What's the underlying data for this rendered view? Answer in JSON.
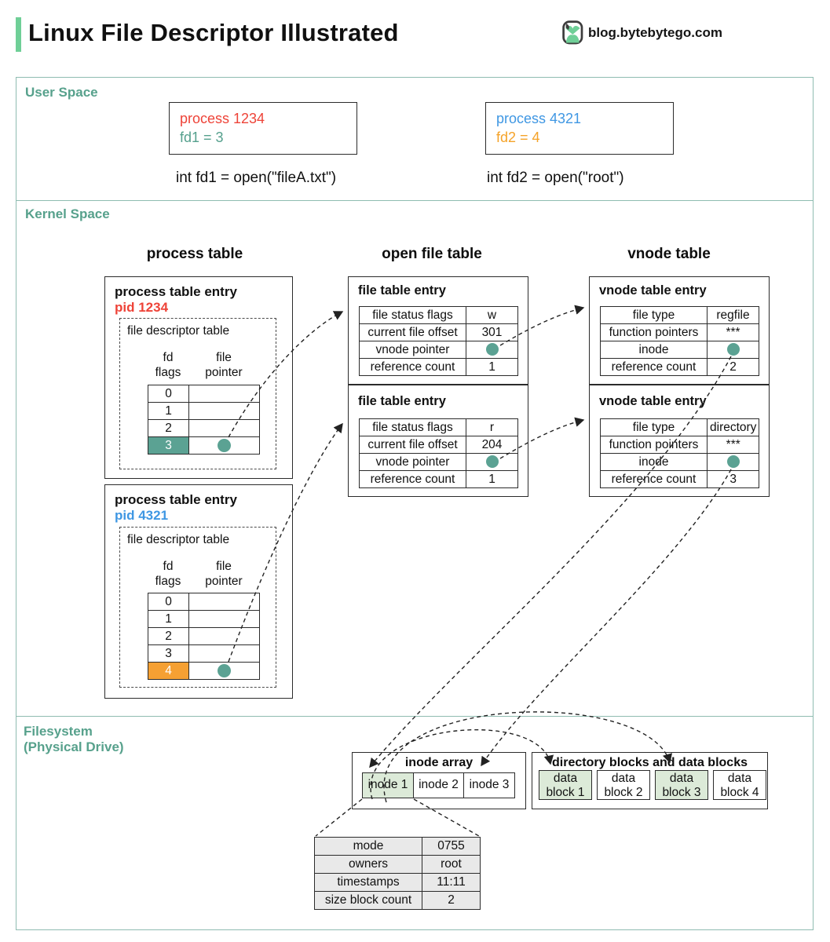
{
  "header": {
    "title": "Linux File Descriptor Illustrated",
    "logo_text": "blog.bytebytego.com",
    "accent_color": "#6fcf97"
  },
  "colors": {
    "teal_pointer": "#5ba293",
    "orange_highlight": "#f5a033",
    "section_border": "#8fbcb1",
    "section_label": "#57a18c",
    "green_cell": "#dcead8",
    "red_text": "#ee4338",
    "blue_text": "#3f97e3"
  },
  "sections": {
    "user_space": {
      "label": "User Space"
    },
    "kernel_space": {
      "label": "Kernel Space"
    },
    "filesystem": {
      "label_line1": "Filesystem",
      "label_line2": "(Physical Drive)"
    }
  },
  "user_space": {
    "process1": {
      "title": "process 1234",
      "fd_text": "fd1 = 3",
      "code": "int fd1 = open(\"fileA.txt\")"
    },
    "process2": {
      "title": "process 4321",
      "fd_text": "fd2 = 4",
      "code": "int fd2 = open(\"root\")"
    }
  },
  "kernel": {
    "column_headings": {
      "process_table": "process table",
      "open_file_table": "open file table",
      "vnode_table": "vnode table"
    },
    "process_entry_1": {
      "title": "process table entry",
      "pid": "pid 1234",
      "fd_table_label": "file descriptor table",
      "col_fd_line1": "fd",
      "col_fd_line2": "flags",
      "col_fp_line1": "file",
      "col_fp_line2": "pointer",
      "rows": [
        "0",
        "1",
        "2",
        "3"
      ],
      "highlighted_fd": "3"
    },
    "process_entry_2": {
      "title": "process table entry",
      "pid": "pid 4321",
      "fd_table_label": "file descriptor table",
      "col_fd_line1": "fd",
      "col_fd_line2": "flags",
      "col_fp_line1": "file",
      "col_fp_line2": "pointer",
      "rows": [
        "0",
        "1",
        "2",
        "3",
        "4"
      ],
      "highlighted_fd": "4"
    },
    "file_entry_1": {
      "title": "file table entry",
      "rows": [
        {
          "label": "file status flags",
          "value": "w"
        },
        {
          "label": "current file offset",
          "value": "301"
        },
        {
          "label": "vnode pointer",
          "value": ""
        },
        {
          "label": "reference count",
          "value": "1"
        }
      ]
    },
    "file_entry_2": {
      "title": "file table entry",
      "rows": [
        {
          "label": "file status flags",
          "value": "r"
        },
        {
          "label": "current file offset",
          "value": "204"
        },
        {
          "label": "vnode pointer",
          "value": ""
        },
        {
          "label": "reference count",
          "value": "1"
        }
      ]
    },
    "vnode_entry_1": {
      "title": "vnode table entry",
      "rows": [
        {
          "label": "file type",
          "value": "regfile"
        },
        {
          "label": "function pointers",
          "value": "***"
        },
        {
          "label": "inode",
          "value": ""
        },
        {
          "label": "reference count",
          "value": "2"
        }
      ]
    },
    "vnode_entry_2": {
      "title": "vnode table entry",
      "rows": [
        {
          "label": "file type",
          "value": "directory"
        },
        {
          "label": "function pointers",
          "value": "***"
        },
        {
          "label": "inode",
          "value": ""
        },
        {
          "label": "reference count",
          "value": "3"
        }
      ]
    }
  },
  "filesystem": {
    "inode_array": {
      "title": "inode array",
      "cells": [
        "inode 1",
        "inode 2",
        "inode 3"
      ]
    },
    "data_blocks": {
      "title": "directory blocks and data blocks",
      "cells": [
        {
          "line1": "data",
          "line2": "block 1"
        },
        {
          "line1": "data",
          "line2": "block 2"
        },
        {
          "line1": "data",
          "line2": "block 3"
        },
        {
          "line1": "data",
          "line2": "block 4"
        }
      ]
    },
    "inode_detail": {
      "rows": [
        {
          "label": "mode",
          "value": "0755"
        },
        {
          "label": "owners",
          "value": "root"
        },
        {
          "label": "timestamps",
          "value": "11:11"
        },
        {
          "label": "size block count",
          "value": "2"
        }
      ]
    }
  }
}
